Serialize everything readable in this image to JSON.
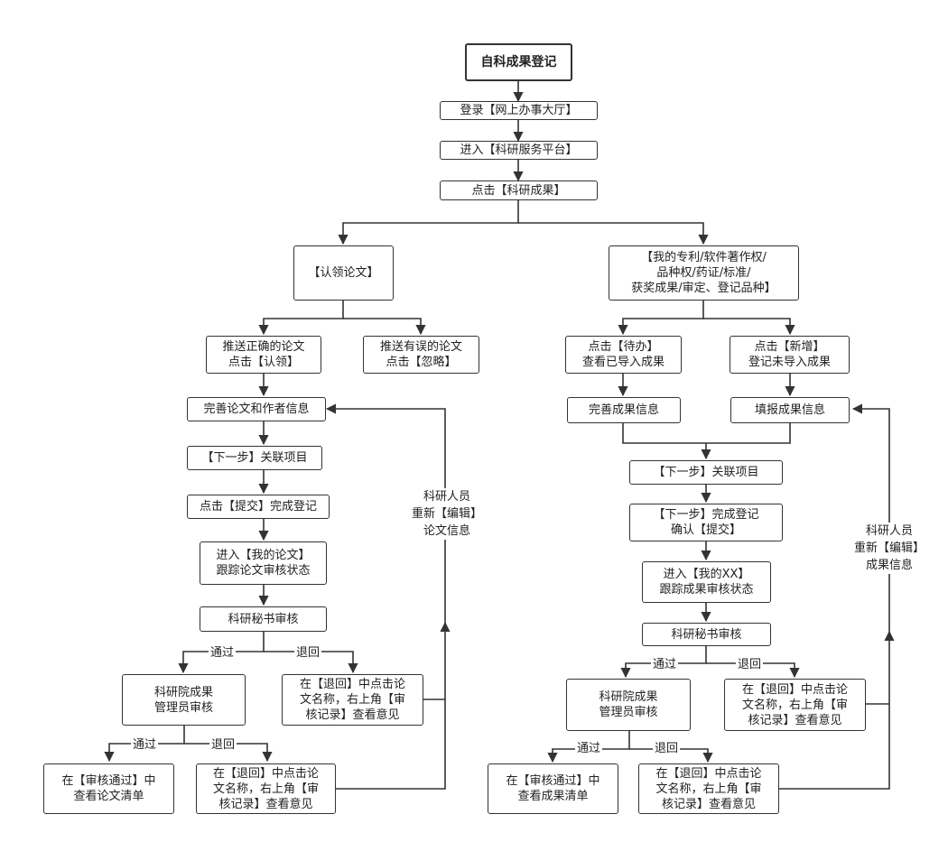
{
  "title": "自科成果登记",
  "steps": {
    "login": "登录【网上办事大厅】",
    "enter": "进入【科研服务平台】",
    "click": "点击【科研成果】"
  },
  "left": {
    "claim": "【认领论文】",
    "correct": "推送正确的论文\n点击【认领】",
    "wrong": "推送有误的论文\n点击【忽略】",
    "improve": "完善论文和作者信息",
    "next": "【下一步】关联项目",
    "submit": "点击【提交】完成登记",
    "track": "进入【我的论文】\n跟踪论文审核状态",
    "secretary": "科研秘书审核",
    "pass1": "通过",
    "return1": "退回",
    "admin": "科研院成果\n管理员审核",
    "return_box1": "在【退回】中点击论\n文名称，右上角【审\n核记录】查看意见",
    "pass2": "通过",
    "return2": "退回",
    "approved": "在【审核通过】中\n查看论文清单",
    "return_box2": "在【退回】中点击论\n文名称，右上角【审\n核记录】查看意见",
    "side_note": "科研人员\n重新【编辑】\n论文信息"
  },
  "right": {
    "mine": "【我的专利/软件著作权/\n品种权/药证/标准/\n获奖成果/审定、登记品种】",
    "todo": "点击【待办】\n查看已导入成果",
    "new": "点击【新增】\n登记未导入成果",
    "improve": "完善成果信息",
    "fill": "填报成果信息",
    "next": "【下一步】关联项目",
    "confirm": "【下一步】完成登记\n确认【提交】",
    "track": "进入【我的XX】\n跟踪成果审核状态",
    "secretary": "科研秘书审核",
    "pass1": "通过",
    "return1": "退回",
    "admin": "科研院成果\n管理员审核",
    "return_box1": "在【退回】中点击论\n文名称，右上角【审\n核记录】查看意见",
    "pass2": "通过",
    "return2": "退回",
    "approved": "在【审核通过】中\n查看成果清单",
    "return_box2": "在【退回】中点击论\n文名称，右上角【审\n核记录】查看意见",
    "side_note": "科研人员\n重新【编辑】\n成果信息"
  }
}
